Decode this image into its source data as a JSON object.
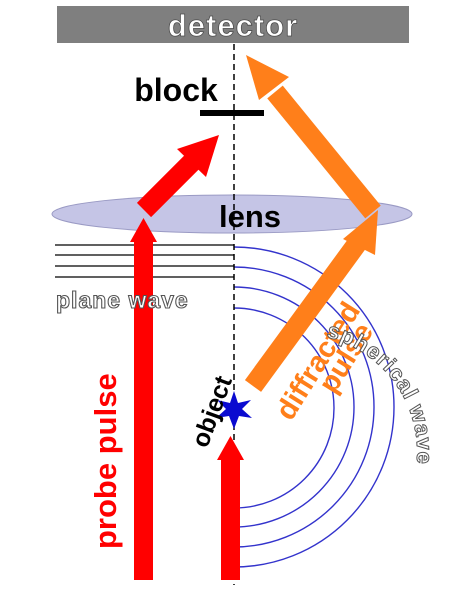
{
  "labels": {
    "detector": "detector",
    "block": "block",
    "lens": "lens",
    "plane_wave": "plane wave",
    "probe_pulse": "probe pulse",
    "object": "object",
    "diffracted": "diffracted",
    "pulse": "pulse",
    "spherical_wave": "spherical wave"
  },
  "colors": {
    "detector_fill": "#7f7f7f",
    "lens_fill": "#c5c5e6",
    "probe_red": "#ff0000",
    "diffracted_orange": "#ff7f1a",
    "wave_blue": "#3333cc",
    "object_star": "#0a0ad0"
  }
}
